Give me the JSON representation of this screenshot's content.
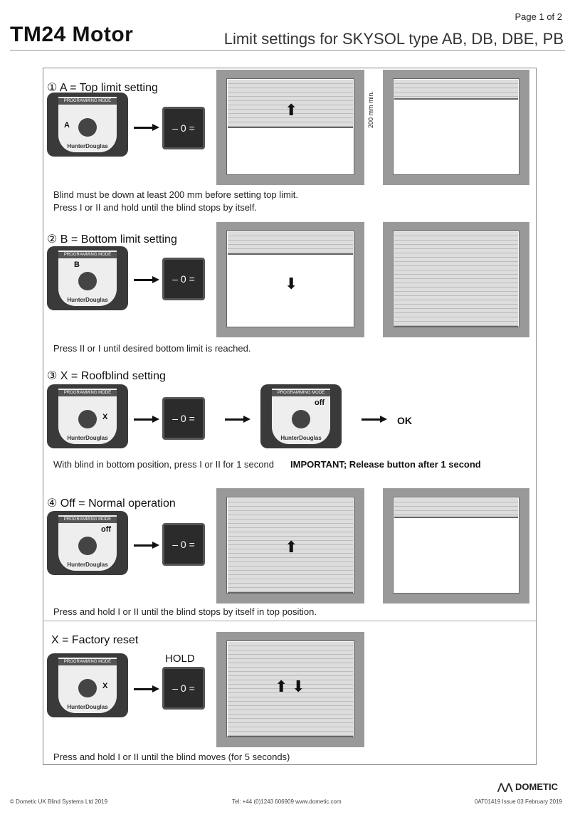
{
  "header": {
    "page": "Page 1 of 2",
    "title": "TM24 Motor",
    "subtitle": "Limit settings for SKYSOL type AB, DB, DBE, PB"
  },
  "remote": {
    "mode_label": "PROGRAMMING MODE",
    "brand": "HunterDouglas"
  },
  "switch_label": "– 0 =",
  "steps": [
    {
      "title": "① A = Top limit setting",
      "selector": "A",
      "dimension": "200 mm min.",
      "caption1": "Blind must be down at least 200 mm before setting top limit.",
      "caption2": "Press I or II and hold until the blind stops by itself."
    },
    {
      "title": "② B = Bottom limit setting",
      "selector": "B",
      "caption1": "Press II or I until desired bottom limit is reached."
    },
    {
      "title": "③ X = Roofblind setting",
      "selector": "X",
      "selector2": "off",
      "ok": "OK",
      "caption1": "With blind in bottom position, press I or II for 1 second",
      "important": "IMPORTANT; Release button after 1 second"
    },
    {
      "title": "④ Off = Normal operation",
      "selector": "off",
      "caption1": "Press and hold I or II until the blind stops by itself in top position."
    },
    {
      "title": "X = Factory reset",
      "selector": "X",
      "hold": "HOLD",
      "caption1": "Press and hold I or II until the blind moves (for 5 seconds)"
    }
  ],
  "footer": {
    "copyright": "© Dometic UK Blind Systems Ltd 2019",
    "contact": "Tel: +44 (0)1243 606909     www.dometic.com",
    "doc": "0AT01419    Issue 03    February 2019",
    "logo": "DOMETIC"
  }
}
